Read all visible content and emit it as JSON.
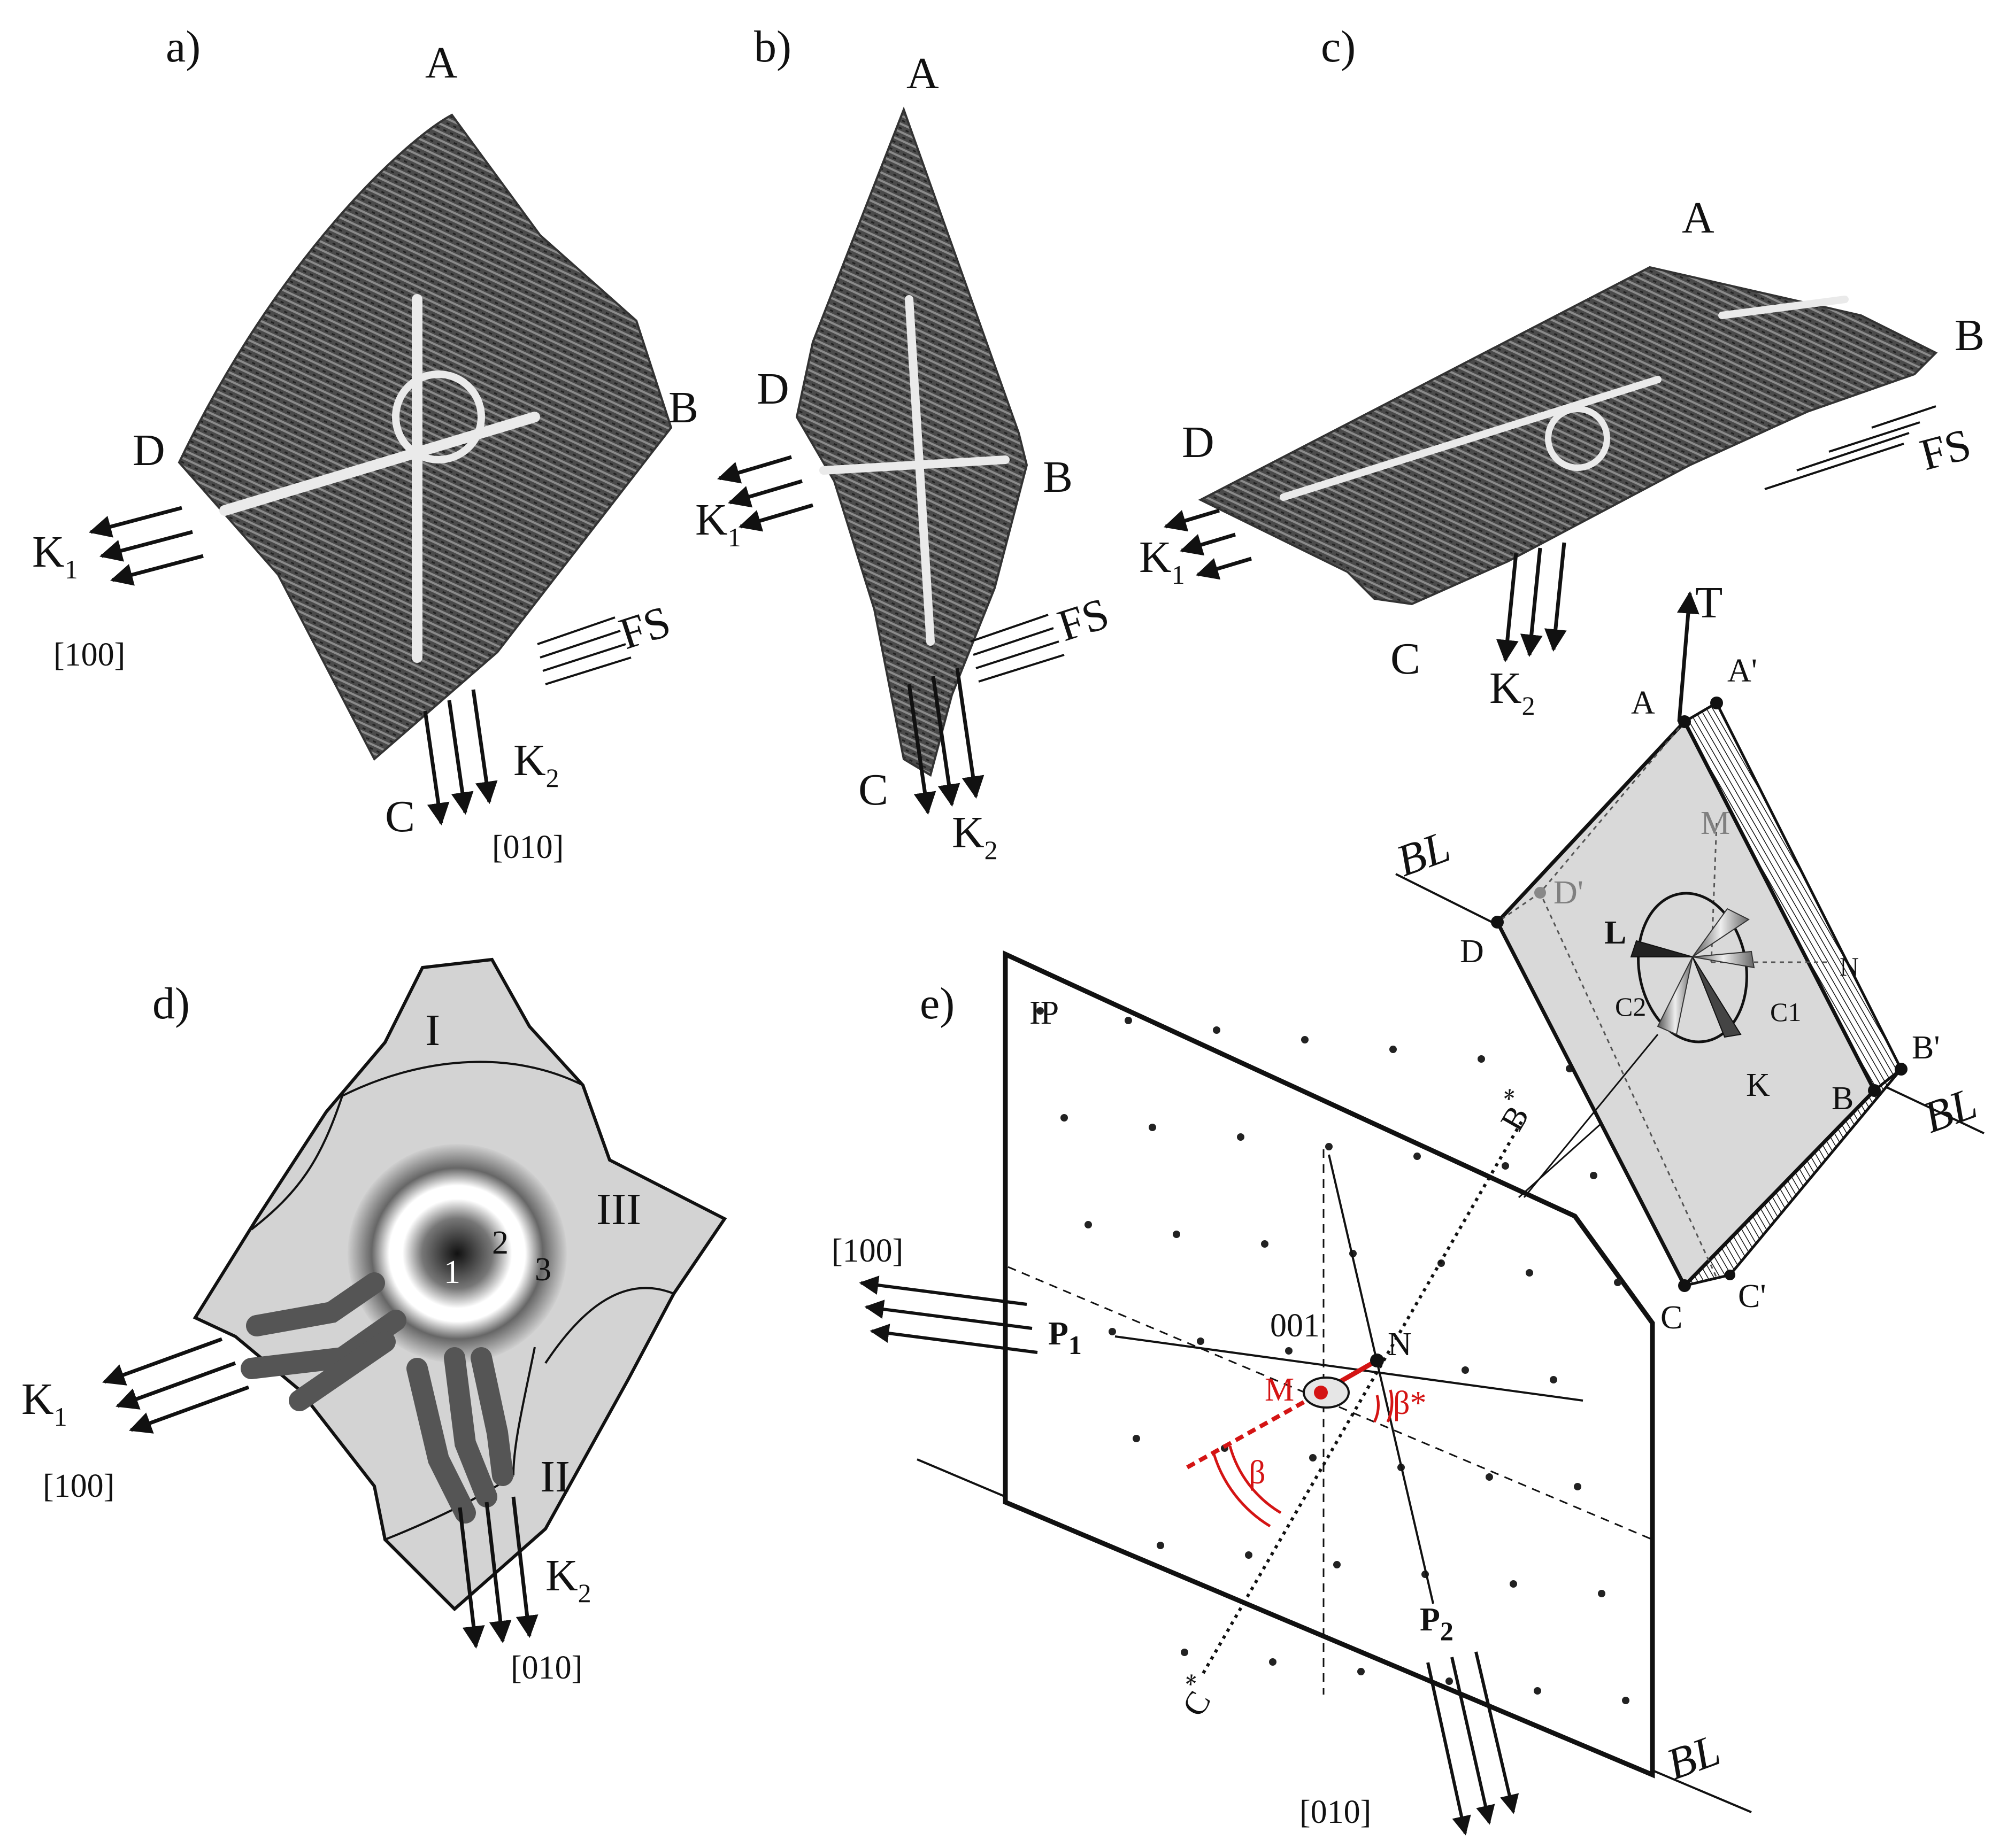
{
  "panels": {
    "a": {
      "label": "a)",
      "corners": {
        "A": "A",
        "B": "B",
        "C": "C",
        "D": "D"
      },
      "k1": {
        "base": "K",
        "sub": "1"
      },
      "k2": {
        "base": "K",
        "sub": "2"
      },
      "dir100": "[100]",
      "dir010": "[010]",
      "fs": "FS"
    },
    "b": {
      "label": "b)",
      "corners": {
        "A": "A",
        "B": "B",
        "C": "C",
        "D": "D"
      },
      "k1": {
        "base": "K",
        "sub": "1"
      },
      "k2": {
        "base": "K",
        "sub": "2"
      },
      "fs": "FS"
    },
    "c": {
      "label": "c)",
      "corners": {
        "A": "A",
        "B": "B",
        "C": "C",
        "D": "D"
      },
      "k1": {
        "base": "K",
        "sub": "1"
      },
      "k2": {
        "base": "K",
        "sub": "2"
      },
      "fs": "FS"
    },
    "d": {
      "label": "d)",
      "regions": {
        "I": "I",
        "II": "II",
        "III": "III"
      },
      "zones": {
        "z1": "1",
        "z2": "2",
        "z3": "3"
      },
      "k1": {
        "base": "K",
        "sub": "1"
      },
      "k2": {
        "base": "K",
        "sub": "2"
      },
      "dir100": "[100]",
      "dir010": "[010]"
    },
    "e": {
      "label": "e)",
      "ip": "IP",
      "dir100": "[100]",
      "dir010": "[010]",
      "p1": {
        "base": "P",
        "sub": "1"
      },
      "p2": {
        "base": "P",
        "sub": "2"
      },
      "bstar": {
        "base": "B",
        "sup": "*"
      },
      "cstar": {
        "base": "C",
        "sup": "*"
      },
      "reflex": "001",
      "n": "N",
      "m": "M",
      "beta": "β",
      "betastar": "β*",
      "bl": "BL"
    },
    "crystal": {
      "t": "T",
      "a": "A",
      "a_prime": "A'",
      "b": "B",
      "b_prime": "B'",
      "c": "C",
      "c_prime": "C'",
      "d": "D",
      "d_prime": "D'",
      "m": "M",
      "n": "N",
      "l": "L",
      "k": "K",
      "c1": "C1",
      "c2": "C2",
      "bl": "BL"
    }
  },
  "colors": {
    "accent_red": "#d41414",
    "crystal_fill": "#d9d9d9",
    "sketch_fill": "#d3d3d3",
    "micrograph_dark": "#3a3a3a"
  }
}
